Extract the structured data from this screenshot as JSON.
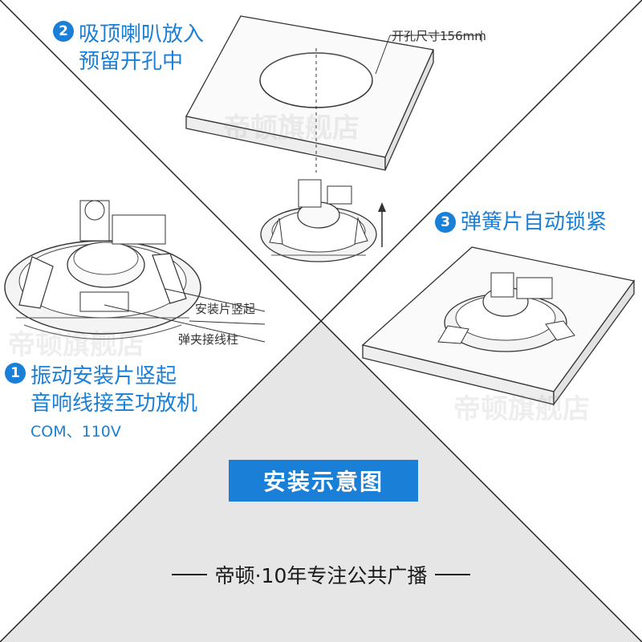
{
  "steps": [
    {
      "number": "1",
      "lines": [
        "振动安装片竖起",
        "音响线接至功放机"
      ],
      "sub": "COM、110V"
    },
    {
      "number": "2",
      "lines": [
        "吸顶喇叭放入",
        "预留开孔中"
      ]
    },
    {
      "number": "3",
      "lines": [
        "弹簧片自动锁紧"
      ]
    }
  ],
  "callouts": {
    "hole_size": "开孔尺寸156mm",
    "bracket_up": "安装片竖起",
    "clip_terminal": "弹夹接线柱"
  },
  "watermark": "帝顿旗舰店",
  "title": "安装示意图",
  "brand_line": "帝顿·10年专注公共广播",
  "colors": {
    "accent": "#1a7fd6",
    "panel_gray": "#e6e6e6",
    "line": "#222222"
  },
  "icons": [
    "ceiling-speaker-illustration",
    "ceiling-panel-illustration",
    "up-arrow-icon"
  ]
}
